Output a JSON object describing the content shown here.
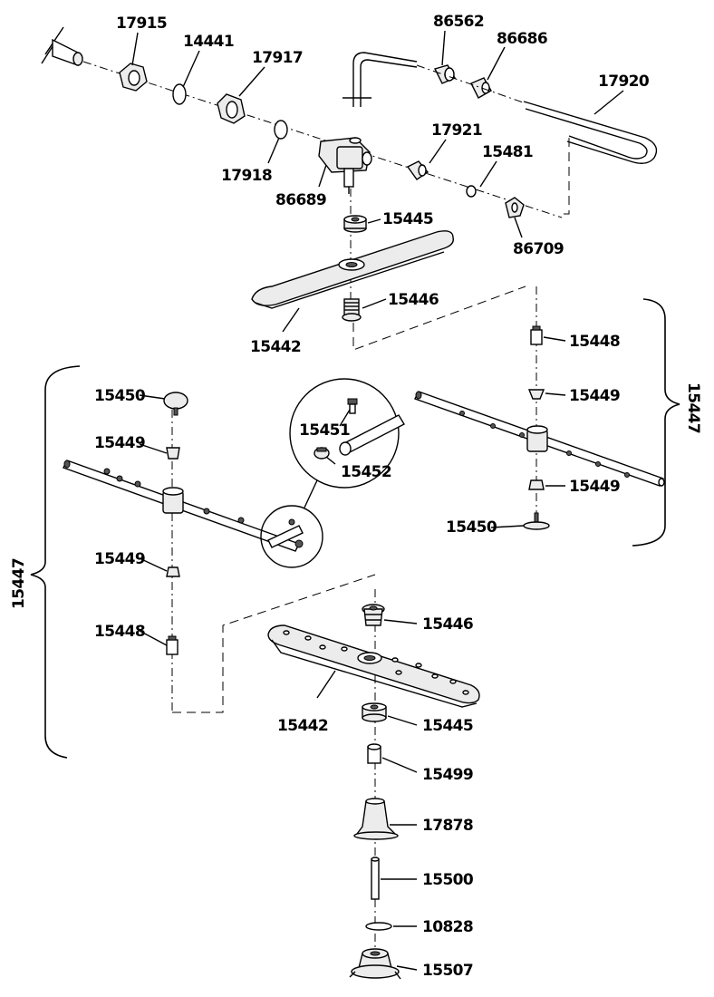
{
  "labels": {
    "p17915": "17915",
    "p14441": "14441",
    "p17917": "17917",
    "p86562": "86562",
    "p86686": "86686",
    "p17920": "17920",
    "p17921": "17921",
    "p15481": "15481",
    "p17918": "17918",
    "p86689": "86689",
    "p15445_top": "15445",
    "p86709": "86709",
    "p15446_top": "15446",
    "p15442_top": "15442",
    "p15448_right": "15448",
    "p15449_right_top": "15449",
    "p15447_right": "15447",
    "p15449_right_bot": "15449",
    "p15450_right": "15450",
    "p15450_left": "15450",
    "p15449_left_top": "15449",
    "p15451": "15451",
    "p15452": "15452",
    "p15447_left": "15447",
    "p15449_left_bot": "15449",
    "p15448_left": "15448",
    "p15446_bot": "15446",
    "p15442_bot": "15442",
    "p15445_bot": "15445",
    "p15499": "15499",
    "p17878": "17878",
    "p15500": "15500",
    "p10828": "10828",
    "p15507": "15507"
  }
}
